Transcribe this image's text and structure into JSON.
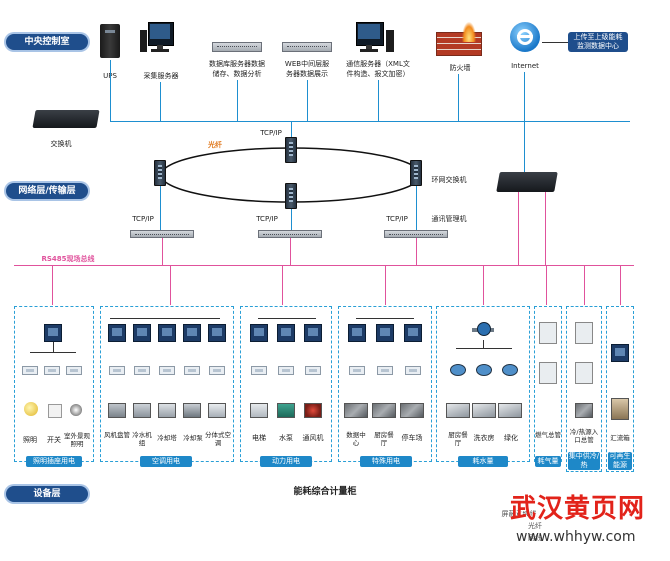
{
  "layers": {
    "central": "中央控制室",
    "network": "网络层/传输层",
    "device": "设备层"
  },
  "central_devices": {
    "ups": "UPS",
    "collect_server": "采集服务器",
    "db_server_1": "数据库服务器数据",
    "db_server_2": "储存、数据分析",
    "web_server_1": "WEB中间层服",
    "web_server_2": "务器数据展示",
    "comm_server_1": "通信服务器（XML文",
    "comm_server_2": "件构造、报文加密）",
    "firewall": "防火墙",
    "internet": "Internet",
    "upload_1": "上传至上级能耗",
    "upload_2": "监测数据中心"
  },
  "switch": "交换机",
  "network": {
    "fiber": "光纤",
    "tcpip": "TCP/IP",
    "ring_switch": "环网交换机",
    "comm_manager": "通讯管理机",
    "rs485": "RS485现场总线"
  },
  "groups": [
    {
      "tag": "照明插座用电",
      "items": [
        "照明",
        "开关",
        "室外景观照明"
      ]
    },
    {
      "tag": "空调用电",
      "items": [
        "风机盘管",
        "冷水机组",
        "冷却塔",
        "冷却泵",
        "分体式空调"
      ]
    },
    {
      "tag": "动力用电",
      "items": [
        "电梯",
        "水泵",
        "通风机"
      ]
    },
    {
      "tag": "特殊用电",
      "items": [
        "数据中心",
        "厨房餐厅",
        "停车场"
      ]
    },
    {
      "tag": "耗水量",
      "items": [
        "厨房餐厅",
        "洗衣房",
        "绿化"
      ]
    },
    {
      "tag": "耗气量",
      "items": [
        "燃气总管"
      ]
    },
    {
      "tag": "集中供冷/热",
      "items": [
        "冷/热源入口总管"
      ]
    },
    {
      "tag": "可再生能源",
      "items": [
        "汇流箱"
      ]
    }
  ],
  "footer": {
    "caption": "能耗综合计量柜",
    "legend_1": "屏蔽双绞线",
    "legend_2": "光纤",
    "legend_3": "网线"
  },
  "watermark": {
    "title": "武汉黄页网",
    "url": "www.whhyw.com"
  },
  "colors": {
    "layer_pill": "#1f4e8c",
    "bus_line": "#1e8fd0",
    "rs485_line": "#e0529c",
    "fiber_ring": "#111111",
    "fiber_label": "#e07a1f",
    "group_tag": "#1e88c8",
    "watermark_red": "#e2231a"
  }
}
